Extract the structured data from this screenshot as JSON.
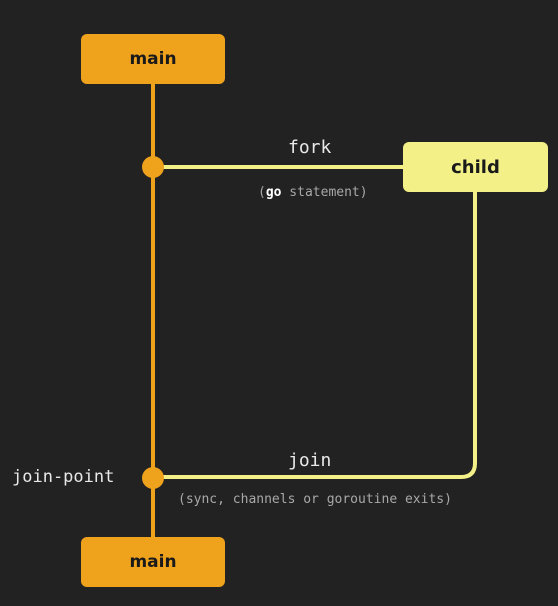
{
  "nodes": {
    "main_top": "main",
    "child": "child",
    "main_bottom": "main"
  },
  "edges": {
    "fork_label": "fork",
    "fork_note_open": "(",
    "fork_note_keyword": "go",
    "fork_note_rest": " statement)",
    "join_label": "join",
    "join_note": "(sync, channels or goroutine exits)"
  },
  "points": {
    "join_point_label": "join-point"
  },
  "colors": {
    "background": "#222222",
    "main_line": "#efa21c",
    "child_line": "#f3f088",
    "text": "#e8e8e8",
    "note_text": "#a8a8a8"
  }
}
